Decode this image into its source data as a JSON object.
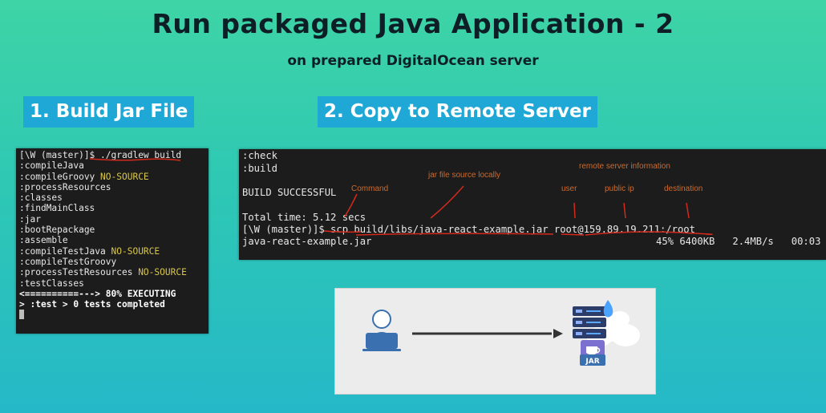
{
  "slide": {
    "title": "Run packaged Java Application - 2",
    "subtitle": "on prepared DigitalOcean server",
    "steps": [
      {
        "label": "1. Build Jar File"
      },
      {
        "label": "2. Copy to Remote Server"
      }
    ]
  },
  "terminal1": {
    "prompt": "[\\W (master)]$ ",
    "command": "./gradlew build",
    "lines": [
      {
        "text": ":compileJava",
        "tag": ""
      },
      {
        "text": ":compileGroovy ",
        "tag": "NO-SOURCE"
      },
      {
        "text": ":processResources",
        "tag": ""
      },
      {
        "text": ":classes",
        "tag": ""
      },
      {
        "text": ":findMainClass",
        "tag": ""
      },
      {
        "text": ":jar",
        "tag": ""
      },
      {
        "text": ":bootRepackage",
        "tag": ""
      },
      {
        "text": ":assemble",
        "tag": ""
      },
      {
        "text": ":compileTestJava ",
        "tag": "NO-SOURCE"
      },
      {
        "text": ":compileTestGroovy",
        "tag": ""
      },
      {
        "text": ":processTestResources ",
        "tag": "NO-SOURCE"
      },
      {
        "text": ":testClasses",
        "tag": ""
      }
    ],
    "progress": "<==========---> 80% EXECUTING",
    "test_status": "> :test > 0 tests completed"
  },
  "terminal2": {
    "line_check": ":check",
    "line_build": ":build",
    "build_result": "BUILD SUCCESSFUL",
    "total_time": "Total time: 5.12 secs",
    "command": "[\\W (master)]$ scp build/libs/java-react-example.jar root@159.89.19.211:/root",
    "transfer_file": "java-react-example.jar",
    "transfer_stats": "45% 6400KB   2.4MB/s   00:03"
  },
  "annotations": {
    "command": "Command",
    "jar_source": "jar file source locally",
    "remote_info": "remote server information",
    "user": "user",
    "public_ip": "public ip",
    "destination": "destination"
  },
  "illustration": {
    "jar_label": "JAR",
    "accent_color": "#3a6fb0",
    "icons": [
      "user-laptop-icon",
      "arrow-icon",
      "server-stack-icon",
      "java-jar-icon",
      "cloud-icon",
      "droplet-icon"
    ]
  },
  "colors": {
    "background_top": "#3ed4a6",
    "background_bottom": "#25b8c8",
    "badge": "#1fa7d6",
    "annotation": "#cf6a2a",
    "underline": "#d42a1c"
  }
}
